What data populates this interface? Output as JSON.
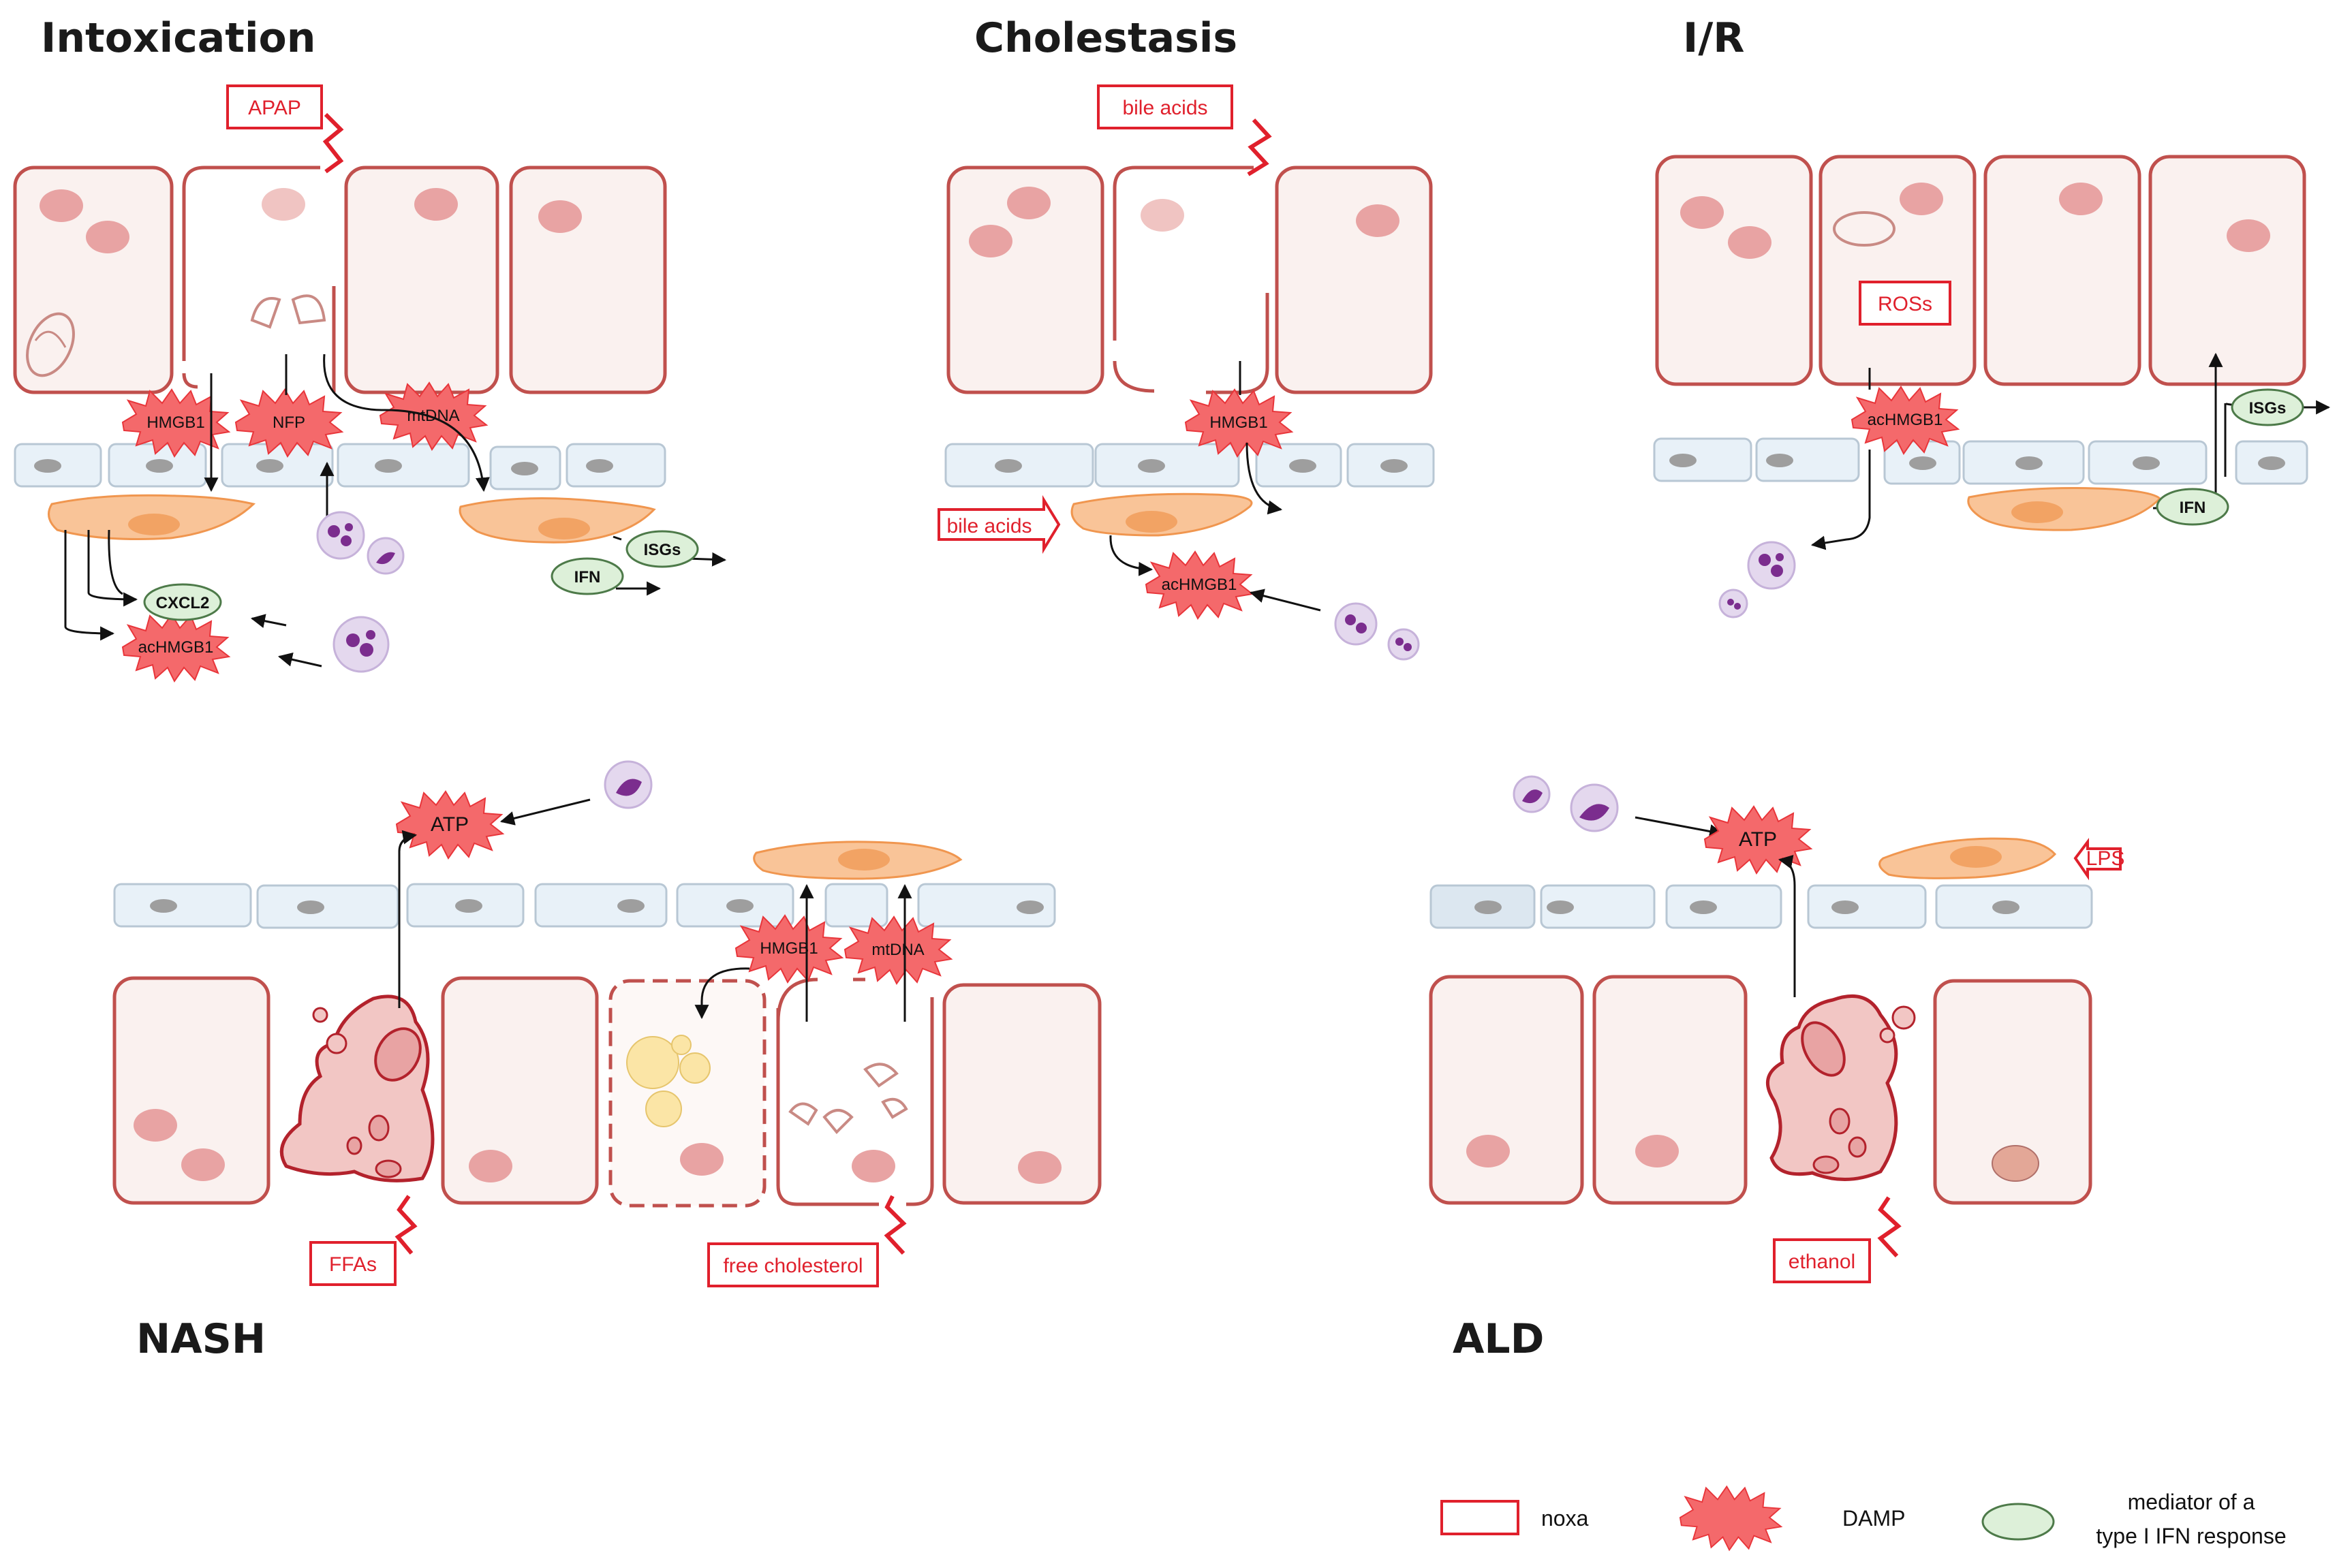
{
  "colors": {
    "cell_fill": "#faf1ef",
    "cell_stroke": "#c0504d",
    "nucleus": "#e8a3a3",
    "endo_fill": "#e8f1f8",
    "endo_stroke": "#b8c7d4",
    "endo_nucleus": "#9e9e9e",
    "kupffer_fill": "#f9c498",
    "kupffer_stroke": "#f0964f",
    "noxa_red": "#e0202c",
    "damp_fill": "#f4696b",
    "mediator_fill": "#ddf0d9",
    "mediator_stroke": "#4d7a49",
    "neutrophil": "#e4d8ee",
    "neutrophil_nucleus": "#7b2d8e",
    "lipid": "#fbe5a6"
  },
  "panels": {
    "intoxication": {
      "title": "Intoxication",
      "noxa": "APAP",
      "damps": [
        "HMGB1",
        "NFP",
        "mtDNA",
        "acHMGB1"
      ],
      "mediators": [
        "CXCL2",
        "ISGs",
        "IFN"
      ]
    },
    "cholestasis": {
      "title": "Cholestasis",
      "noxa": "bile acids",
      "noxa_side": "bile acids",
      "damps": [
        "HMGB1",
        "acHMGB1"
      ]
    },
    "ir": {
      "title": "I/R",
      "noxa": "ROSs",
      "damps": [
        "acHMGB1"
      ],
      "mediators": [
        "ISGs",
        "IFN"
      ]
    },
    "nash": {
      "title": "NASH",
      "noxa_1": "FFAs",
      "noxa_2": "free cholesterol",
      "damps": [
        "ATP",
        "HMGB1",
        "mtDNA"
      ]
    },
    "ald": {
      "title": "ALD",
      "noxa_1": "ethanol",
      "noxa_2": "LPS",
      "damps": [
        "ATP"
      ]
    }
  },
  "legend": {
    "noxa": "noxa",
    "damp": "DAMP",
    "mediator_line1": "mediator of a",
    "mediator_line2": "type I IFN response"
  }
}
